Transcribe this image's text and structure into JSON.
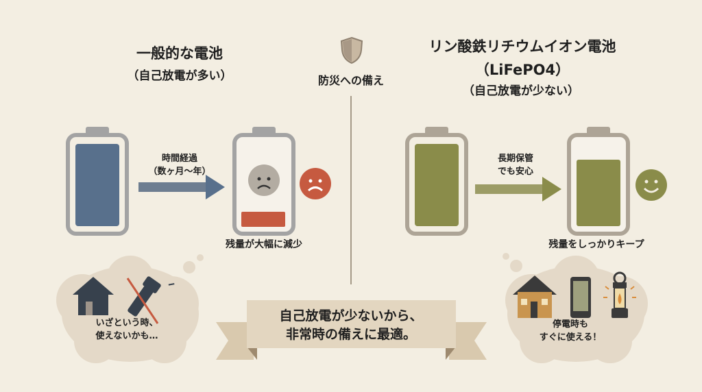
{
  "center": {
    "label": "防災への備え",
    "icon": "shield-icon"
  },
  "left": {
    "title": "一般的な電池",
    "subtitle": "（自己放電が多い）",
    "arrow_label_1": "時間経過",
    "arrow_label_2": "（数ヶ月〜年）",
    "result": "残量が大幅に減少",
    "thought_1": "いざという時、",
    "thought_2": "使えないかも…",
    "color": "#58708c",
    "alert_color": "#c65a40"
  },
  "right": {
    "title": "リン酸鉄リチウムイオン電池",
    "title_2": "（LiFePO4）",
    "subtitle": "（自己放電が少ない）",
    "arrow_label_1": "長期保管",
    "arrow_label_2": "でも安心",
    "result": "残量をしっかりキープ",
    "thought_1": "停電時も",
    "thought_2": "すぐに使える！",
    "color": "#8a8c4a"
  },
  "banner": {
    "line_1": "自己放電が少ないから、",
    "line_2": "非常時の備えに最適。"
  }
}
